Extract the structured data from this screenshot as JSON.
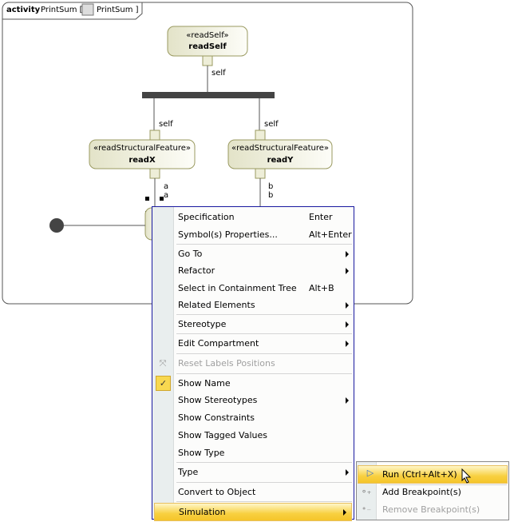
{
  "diagram": {
    "frame_kind": "activity",
    "frame_name": "PrintSum [",
    "frame_ref": "PrintSum ]",
    "nodes": [
      {
        "stereotype": "«readSelf»",
        "name": "readSelf"
      },
      {
        "stereotype": "«readStructuralFeature»",
        "name": "readX"
      },
      {
        "stereotype": "«readStructuralFeature»",
        "name": "readY"
      }
    ],
    "pins": {
      "self_out": "self",
      "self_x": "self",
      "self_y": "self",
      "a1": "a",
      "a2": "a",
      "b1": "b",
      "b2": "b"
    }
  },
  "menu": {
    "items": [
      {
        "label": "Specification",
        "shortcut": "Enter"
      },
      {
        "label": "Symbol(s) Properties...",
        "shortcut": "Alt+Enter"
      },
      {
        "label": "Go To"
      },
      {
        "label": "Refactor"
      },
      {
        "label": "Select in Containment Tree",
        "shortcut": "Alt+B"
      },
      {
        "label": "Related Elements"
      },
      {
        "label": "Stereotype"
      },
      {
        "label": "Edit Compartment"
      },
      {
        "label": "Reset Labels Positions"
      },
      {
        "label": "Show Name"
      },
      {
        "label": "Show Stereotypes"
      },
      {
        "label": "Show Constraints"
      },
      {
        "label": "Show Tagged Values"
      },
      {
        "label": "Show Type"
      },
      {
        "label": "Type"
      },
      {
        "label": "Convert to Object"
      },
      {
        "label": "Simulation"
      }
    ]
  },
  "submenu": {
    "items": [
      {
        "label": "Run (Ctrl+Alt+X)"
      },
      {
        "label": "Add Breakpoint(s)"
      },
      {
        "label": "Remove Breakpoint(s)"
      }
    ]
  }
}
